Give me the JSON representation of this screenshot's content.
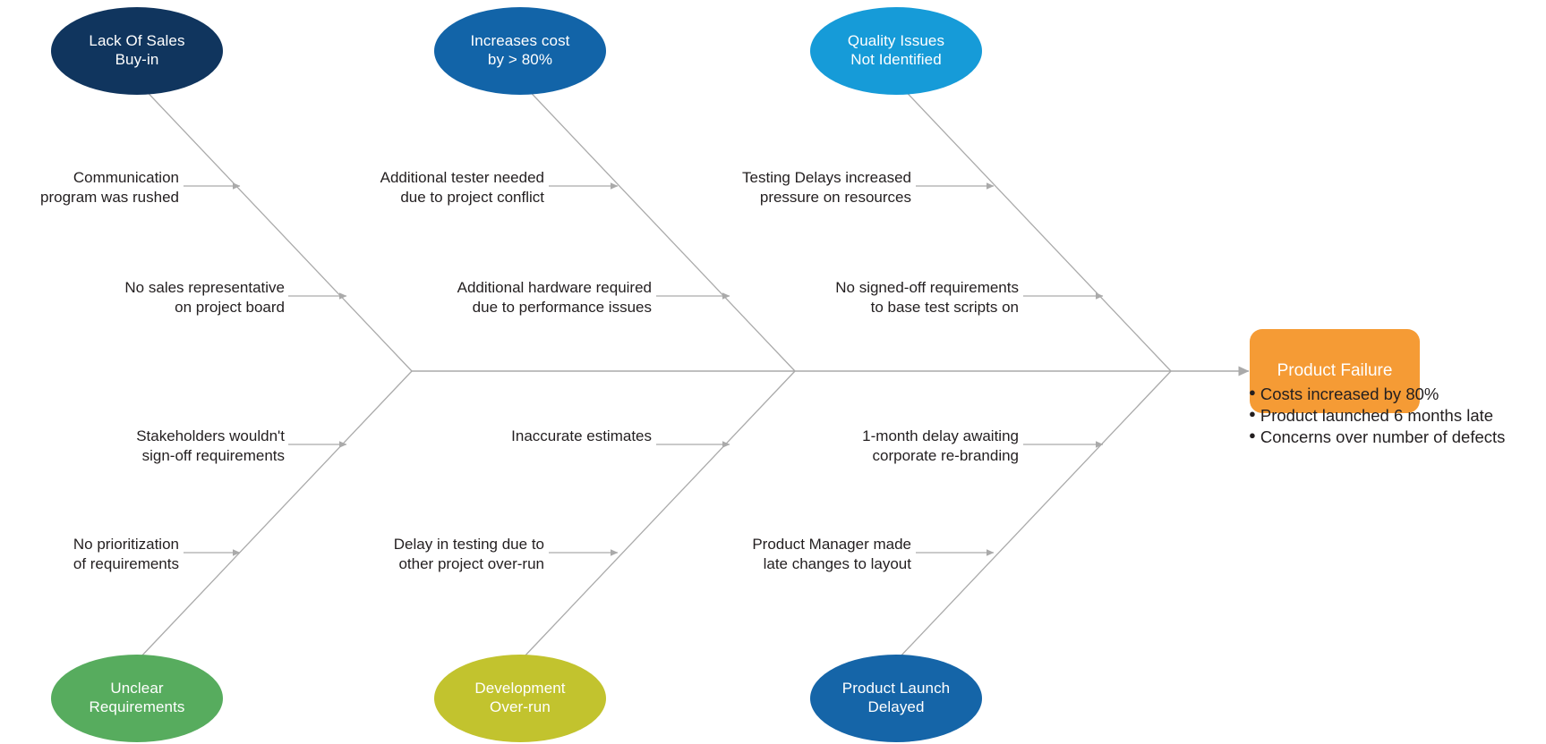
{
  "diagram": {
    "type": "fishbone-ishikawa",
    "effect": {
      "label": "Product Failure",
      "color": "#F59B35"
    },
    "outcomes": [
      "Costs increased by 80%",
      "Product launched 6 months late",
      "Concerns over number of defects"
    ],
    "outcome_bullet": "●",
    "spine_color": "#aaaaaa",
    "categories": [
      {
        "id": "lack-of-sales-buy-in",
        "label": "Lack Of Sales\nBuy-in",
        "color": "#10355E",
        "position": "top",
        "causes": [
          "Communication\nprogram was rushed",
          "No sales representative\non project board"
        ]
      },
      {
        "id": "increases-cost",
        "label": "Increases cost\nby > 80%",
        "color": "#1264A8",
        "position": "top",
        "causes": [
          "Additional tester needed\ndue to project conflict",
          "Additional hardware required\ndue to performance issues"
        ]
      },
      {
        "id": "quality-issues-not-identified",
        "label": "Quality Issues\nNot Identified",
        "color": "#169BD8",
        "position": "top",
        "causes": [
          "Testing Delays increased\npressure on resources",
          "No signed-off requirements\nto base test scripts on"
        ]
      },
      {
        "id": "unclear-requirements",
        "label": "Unclear\nRequirements",
        "color": "#57AC5E",
        "position": "bottom",
        "causes": [
          "Stakeholders wouldn't\nsign-off requirements",
          "No prioritization\nof requirements"
        ]
      },
      {
        "id": "development-over-run",
        "label": "Development\nOver-run",
        "color": "#C2C32E",
        "position": "bottom",
        "causes": [
          "Inaccurate estimates",
          "Delay in testing due to\nother project over-run"
        ]
      },
      {
        "id": "product-launch-delayed",
        "label": "Product Launch\nDelayed",
        "color": "#1565A8",
        "position": "bottom",
        "causes": [
          "1-month delay awaiting\ncorporate re-branding",
          "Product Manager made\nlate changes to layout"
        ]
      }
    ]
  }
}
